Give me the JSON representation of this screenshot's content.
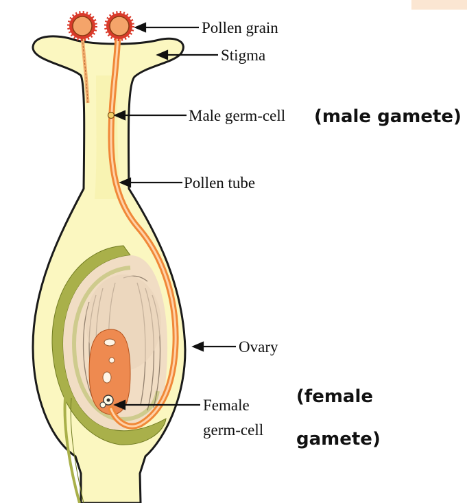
{
  "labels": {
    "pollen_grain": "Pollen grain",
    "stigma": "Stigma",
    "male_germ_cell": "Male germ-cell",
    "male_gamete": "(male gamete)",
    "pollen_tube": "Pollen tube",
    "ovary": "Ovary",
    "female_germ_cell_line1": "Female",
    "female_germ_cell_line2": "germ-cell",
    "female_gamete_line1": "(female",
    "female_gamete_line2": "gamete)"
  },
  "colors": {
    "ovary_fill": "#fbf7c0",
    "ovary_outline": "#1a1a1a",
    "ovule_fill": "#f1ddc4",
    "integument": "#a9b04a",
    "pollen_tube": "#f08838",
    "embryo_sac": "#ee8a50",
    "pollen_grain": "#f4a46a",
    "pollen_spikes": "#d93a2a"
  }
}
